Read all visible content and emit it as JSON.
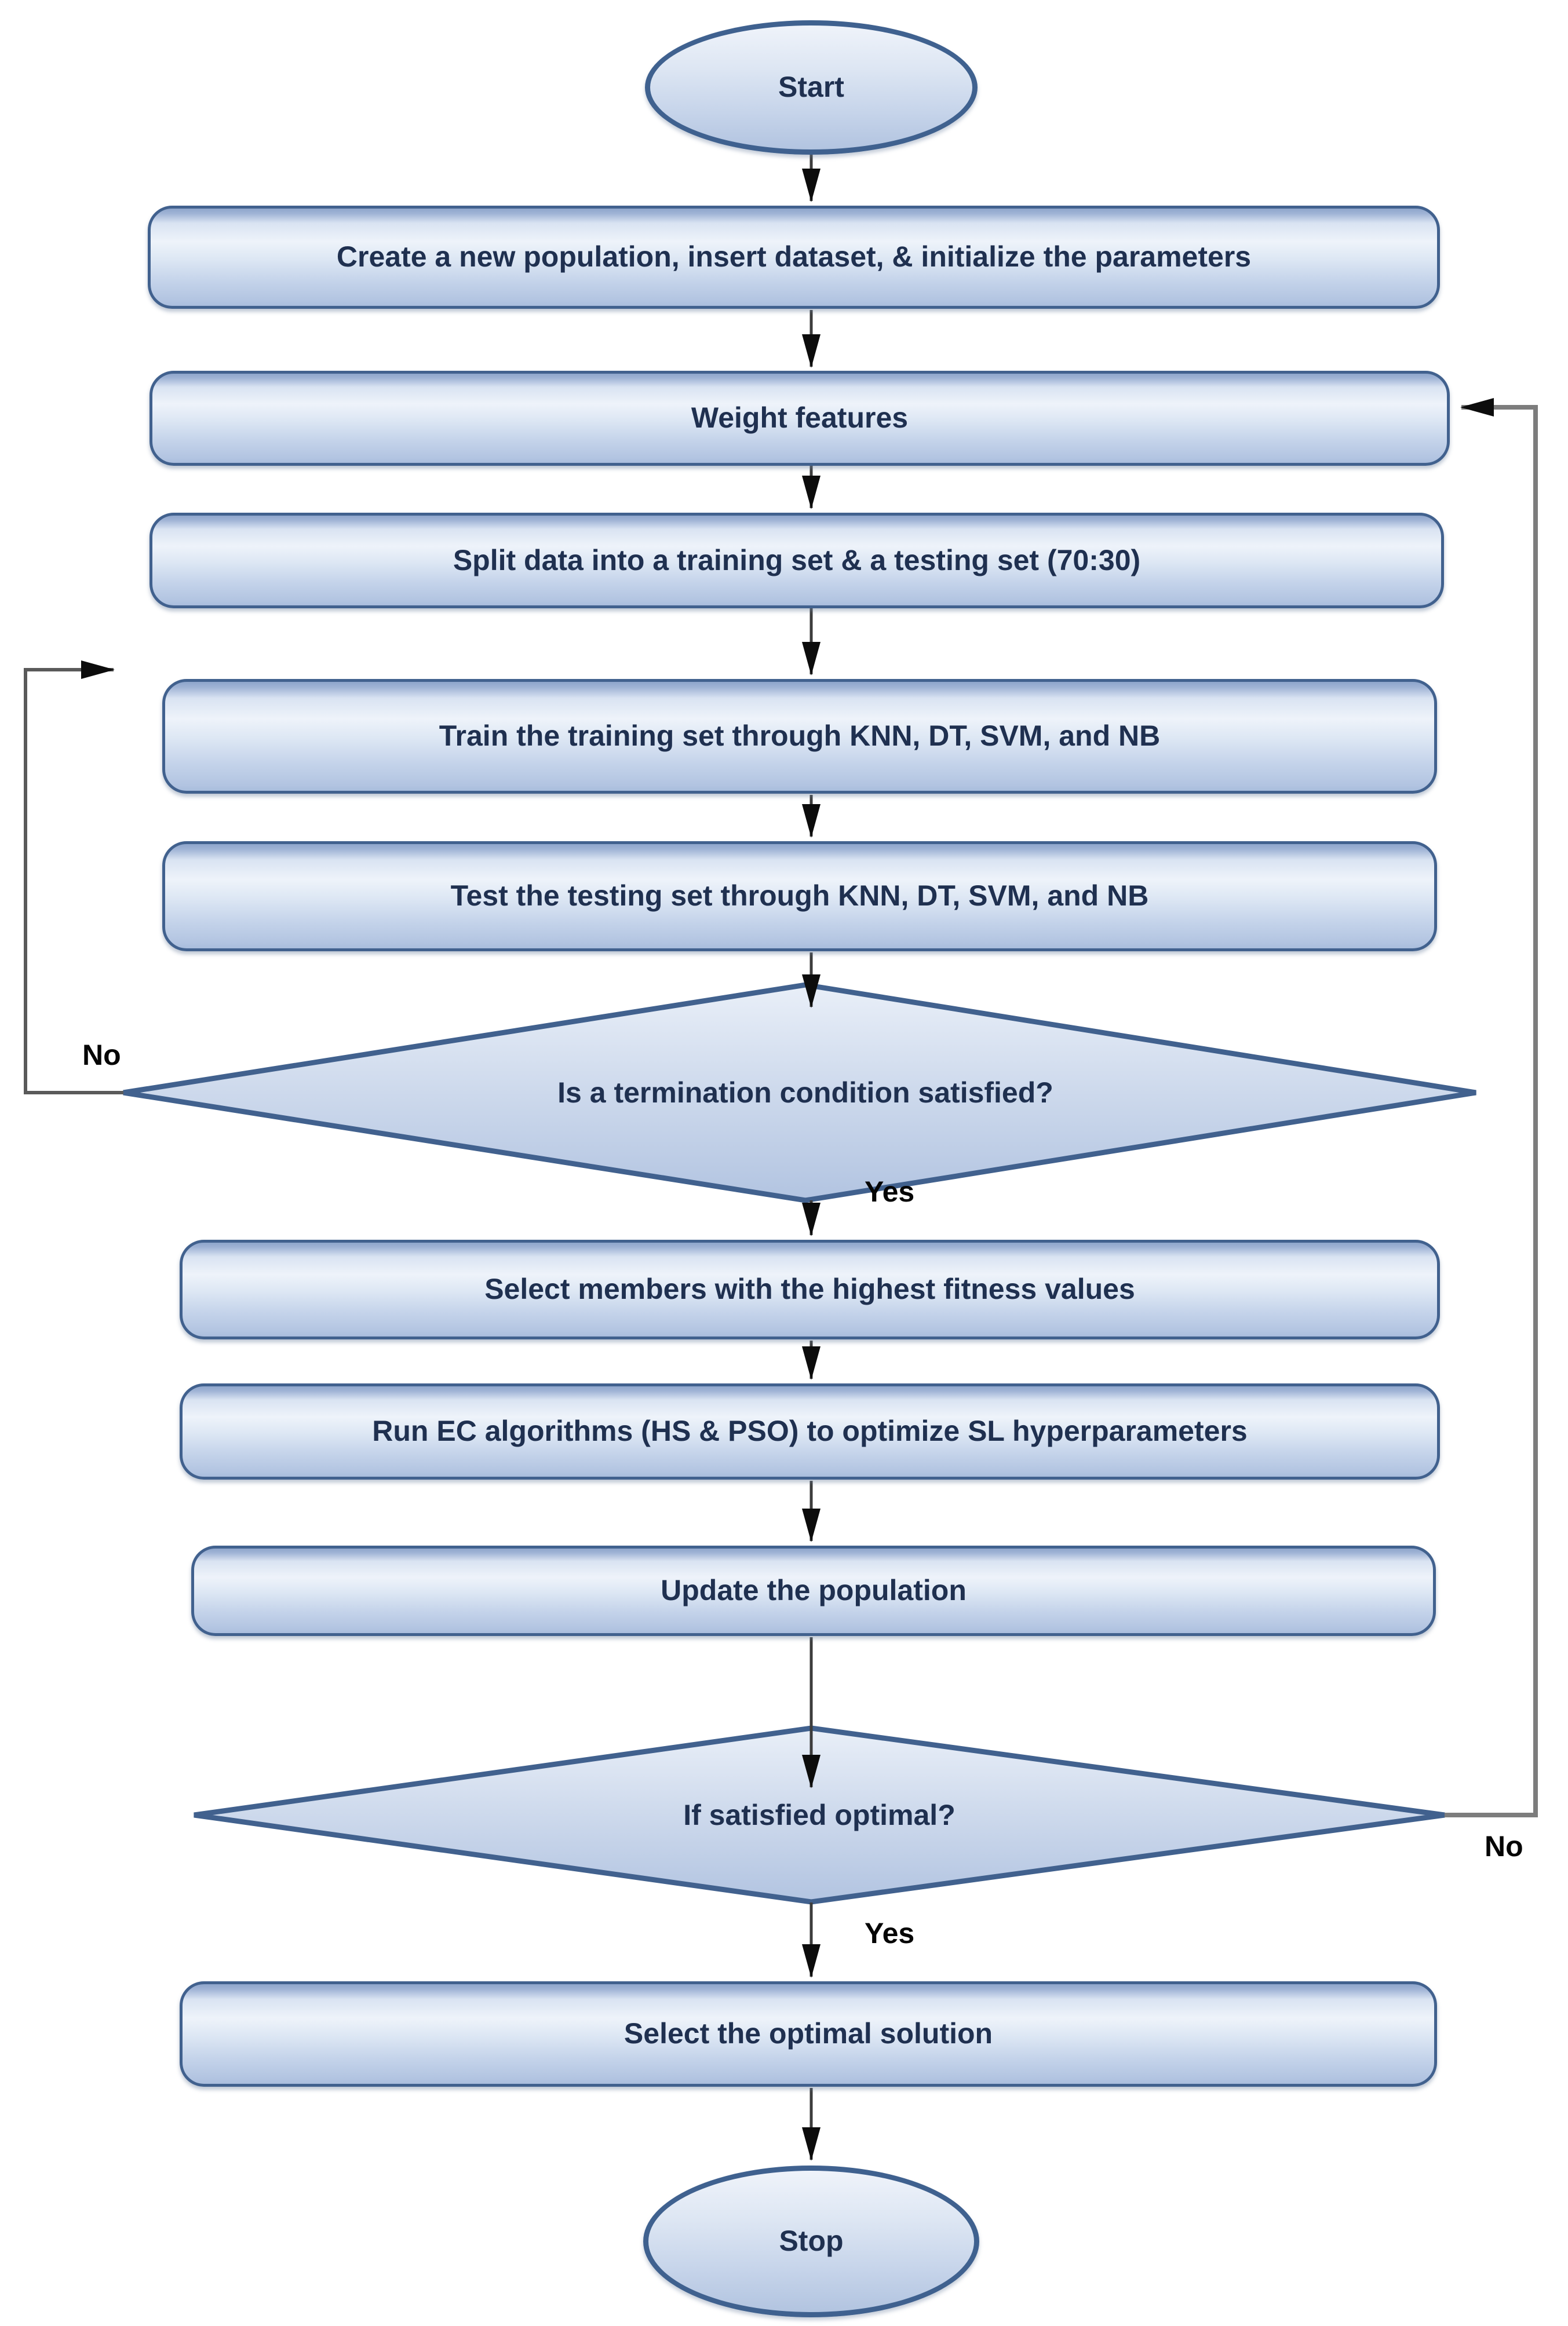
{
  "diagram_type": "flowchart",
  "nodes": [
    {
      "id": "start",
      "type": "terminator",
      "label": "Start"
    },
    {
      "id": "create-population",
      "type": "process",
      "label": "Create a new population, insert dataset, & initialize the parameters"
    },
    {
      "id": "weight-features",
      "type": "process",
      "label": "Weight features"
    },
    {
      "id": "split-data",
      "type": "process",
      "label": "Split data into a training set & a testing set (70:30)"
    },
    {
      "id": "train-set",
      "type": "process",
      "label": "Train the training set through KNN, DT, SVM, and NB"
    },
    {
      "id": "test-set",
      "type": "process",
      "label": "Test the testing set through KNN, DT, SVM, and NB"
    },
    {
      "id": "termination-check",
      "type": "decision",
      "label": "Is a termination condition satisfied?"
    },
    {
      "id": "select-members",
      "type": "process",
      "label": "Select members with the highest fitness values"
    },
    {
      "id": "run-ec",
      "type": "process",
      "label": "Run EC algorithms (HS & PSO) to optimize SL hyperparameters"
    },
    {
      "id": "update-population",
      "type": "process",
      "label": "Update the population"
    },
    {
      "id": "optimal-check",
      "type": "decision",
      "label": "If satisfied optimal?"
    },
    {
      "id": "select-optimal",
      "type": "process",
      "label": "Select the optimal solution"
    },
    {
      "id": "stop",
      "type": "terminator",
      "label": "Stop"
    }
  ],
  "edges": [
    {
      "from": "start",
      "to": "create-population",
      "label": ""
    },
    {
      "from": "create-population",
      "to": "weight-features",
      "label": ""
    },
    {
      "from": "weight-features",
      "to": "split-data",
      "label": ""
    },
    {
      "from": "split-data",
      "to": "train-set",
      "label": ""
    },
    {
      "from": "train-set",
      "to": "test-set",
      "label": ""
    },
    {
      "from": "test-set",
      "to": "termination-check",
      "label": ""
    },
    {
      "from": "termination-check",
      "to": "select-members",
      "label": "Yes"
    },
    {
      "from": "termination-check",
      "to": "train-set",
      "label": "No"
    },
    {
      "from": "select-members",
      "to": "run-ec",
      "label": ""
    },
    {
      "from": "run-ec",
      "to": "update-population",
      "label": ""
    },
    {
      "from": "update-population",
      "to": "optimal-check",
      "label": ""
    },
    {
      "from": "optimal-check",
      "to": "select-optimal",
      "label": "Yes"
    },
    {
      "from": "optimal-check",
      "to": "weight-features",
      "label": "No"
    },
    {
      "from": "select-optimal",
      "to": "stop",
      "label": ""
    }
  ],
  "colors": {
    "shape_border": "#41618e",
    "shape_fill_light": "#eef3fa",
    "shape_fill_dark": "#b2c4e1",
    "connector_main": "#3c3c3c",
    "connector_loop_left": "#5a5a5a",
    "connector_loop_right": "#7d7d7d",
    "arrowhead": "#0c0c0c",
    "node_text": "#1f3050",
    "edge_label_text": "#050505",
    "background": "#ffffff"
  }
}
